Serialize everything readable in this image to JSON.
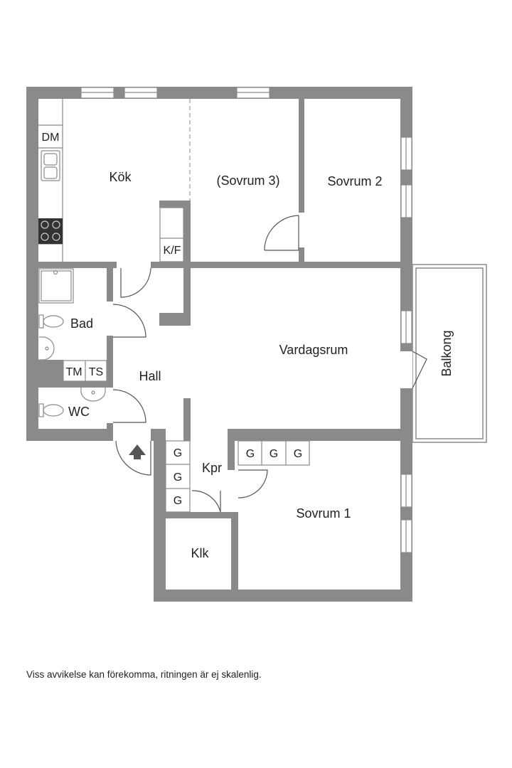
{
  "rooms": {
    "kok": "Kök",
    "sovrum3": "(Sovrum 3)",
    "sovrum2": "Sovrum 2",
    "sovrum1": "Sovrum 1",
    "vardagsrum": "Vardagsrum",
    "balkong": "Balkong",
    "bad": "Bad",
    "hall": "Hall",
    "wc": "WC",
    "kpr": "Kpr",
    "klk": "Klk"
  },
  "fixtures": {
    "dm": "DM",
    "kf": "K/F",
    "tm": "TM",
    "ts": "TS",
    "g": "G"
  },
  "disclaimer": "Viss avvikelse kan förekomma, ritningen är ej skalenlig.",
  "colors": {
    "wall": "#8a8a8a",
    "line": "#555555",
    "background": "#ffffff"
  }
}
